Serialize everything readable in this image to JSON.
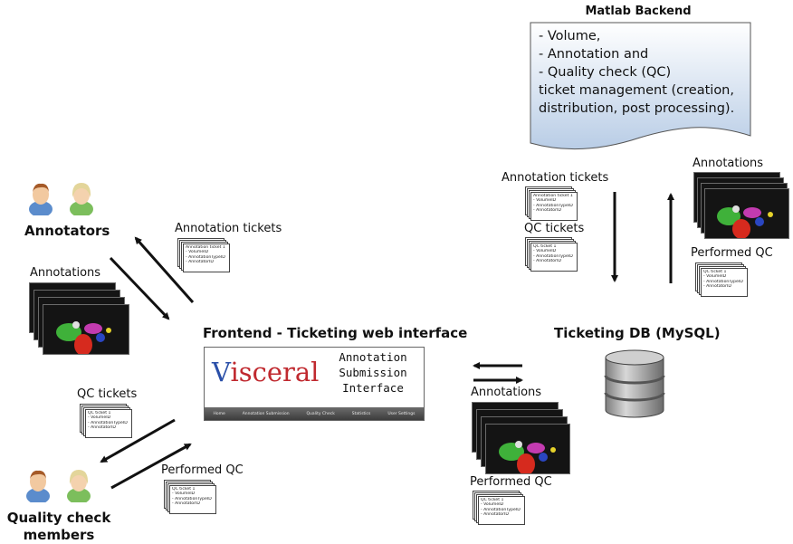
{
  "matlab_backend": {
    "title": "Matlab Backend",
    "description": "- Volume,\n- Annotation and\n- Quality check (QC)\nticket management (creation,\ndistribution, post processing)."
  },
  "nodes": {
    "annotators": "Annotators",
    "quality_check_members": "Quality check\nmembers",
    "frontend": "Frontend - Ticketing web interface",
    "ticketing_db": "Ticketing DB (MySQL)"
  },
  "labels": {
    "annotation_tickets_left": "Annotation tickets",
    "annotations_left": "Annotations",
    "qc_tickets_left": "QC tickets",
    "performed_qc_left": "Performed QC",
    "annotation_tickets_right": "Annotation tickets",
    "qc_tickets_right": "QC tickets",
    "annotations_right": "Annotations",
    "performed_qc_right": "Performed QC",
    "annotations_center": "Annotations",
    "performed_qc_center": "Performed QC"
  },
  "annotation_ticket": {
    "title": "Annotation ticket 1",
    "lines": [
      "- VolumeID",
      "- AnnotationTypeID",
      "- AnnotatorID"
    ]
  },
  "qc_ticket": {
    "title": "QC ticket 1",
    "lines": [
      "- VolumeID",
      "- AnnotationTypeID",
      "- AnnotatorID"
    ]
  },
  "web_interface": {
    "logo_v": "V",
    "logo_rest": "isceral",
    "title": "Annotation\nSubmission\nInterface",
    "nav": [
      "Home",
      "Annotation Submission",
      "Quality Check",
      "Statistics",
      "User Settings"
    ]
  }
}
